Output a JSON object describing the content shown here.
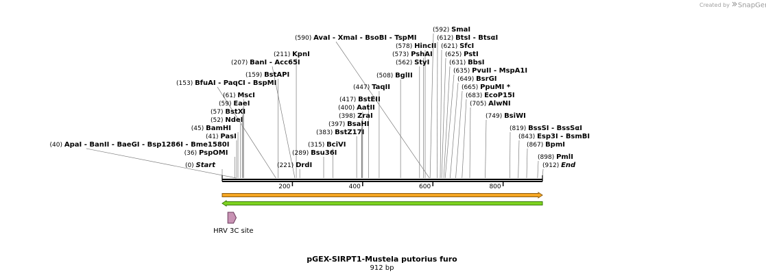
{
  "credit": {
    "prefix": "Created by",
    "brand": "SnapGene"
  },
  "plasmid": {
    "name": "pGEX-SIRPT1-Mustela putorius furo",
    "length_label": "912 bp",
    "length": 912
  },
  "axis": {
    "ticks": [
      200,
      400,
      600,
      800
    ],
    "tick_labels": [
      "200",
      "400",
      "600",
      "800"
    ]
  },
  "features": [
    {
      "name": "orange-arrow-feature",
      "start": 1,
      "end": 912,
      "direction": "forward",
      "color": "#f5a623",
      "edge": "#8a5a10"
    },
    {
      "name": "green-arrow-feature",
      "start": 1,
      "end": 912,
      "direction": "reverse",
      "color": "#7ed321",
      "edge": "#3a7a0a"
    },
    {
      "name": "hrv-3c-site",
      "label": "HRV 3C site",
      "start": 17,
      "end": 40,
      "direction": "forward",
      "color": "#c893b4",
      "edge": "#6a3a5a"
    }
  ],
  "label_rows": [
    {
      "pos": "(0)",
      "enzymes": [
        {
          "name": "Start",
          "italic": true
        }
      ],
      "site": 0
    },
    {
      "pos": "(221)",
      "enzymes": [
        {
          "name": "DrdI"
        }
      ],
      "site": 221
    },
    {
      "pos": "(36)",
      "enzymes": [
        {
          "name": "PspOMI"
        }
      ],
      "site": 36
    },
    {
      "pos": "(289)",
      "enzymes": [
        {
          "name": "Bsu36I"
        }
      ],
      "site": 289
    },
    {
      "pos": "(40)",
      "enzymes": [
        {
          "name": "ApaI"
        },
        {
          "name": "BanII"
        },
        {
          "name": "BaeGI"
        },
        {
          "name": "Bsp1286I"
        },
        {
          "name": "Bme1580I"
        }
      ],
      "site": 40
    },
    {
      "pos": "(315)",
      "enzymes": [
        {
          "name": "BciVI"
        }
      ],
      "site": 315
    },
    {
      "pos": "(41)",
      "enzymes": [
        {
          "name": "PasI"
        }
      ],
      "site": 41
    },
    {
      "pos": "(383)",
      "enzymes": [
        {
          "name": "BstZ17I"
        }
      ],
      "site": 383
    },
    {
      "pos": "(45)",
      "enzymes": [
        {
          "name": "BamHI"
        }
      ],
      "site": 45
    },
    {
      "pos": "(397)",
      "enzymes": [
        {
          "name": "BsaHI"
        }
      ],
      "site": 397
    },
    {
      "pos": "(52)",
      "enzymes": [
        {
          "name": "NdeI"
        }
      ],
      "site": 52
    },
    {
      "pos": "(398)",
      "enzymes": [
        {
          "name": "ZraI"
        }
      ],
      "site": 398
    },
    {
      "pos": "(57)",
      "enzymes": [
        {
          "name": "BstXI"
        }
      ],
      "site": 57
    },
    {
      "pos": "(400)",
      "enzymes": [
        {
          "name": "AatII"
        }
      ],
      "site": 400
    },
    {
      "pos": "(59)",
      "enzymes": [
        {
          "name": "EaeI"
        }
      ],
      "site": 59
    },
    {
      "pos": "(417)",
      "enzymes": [
        {
          "name": "BstEII"
        }
      ],
      "site": 417
    },
    {
      "pos": "(61)",
      "enzymes": [
        {
          "name": "MscI"
        }
      ],
      "site": 61
    },
    {
      "pos": "(447)",
      "enzymes": [
        {
          "name": "TaqII"
        }
      ],
      "site": 447
    },
    {
      "pos": "(153)",
      "enzymes": [
        {
          "name": "BfuAI"
        },
        {
          "name": "PaqCI"
        },
        {
          "name": "BspMI"
        }
      ],
      "site": 153
    },
    {
      "pos": "(159)",
      "enzymes": [
        {
          "name": "BstAPI"
        }
      ],
      "site": 159
    },
    {
      "pos": "(508)",
      "enzymes": [
        {
          "name": "BglII"
        }
      ],
      "site": 508
    },
    {
      "pos": "(207)",
      "enzymes": [
        {
          "name": "BanI"
        },
        {
          "name": "Acc65I"
        }
      ],
      "site": 207
    },
    {
      "pos": "(211)",
      "enzymes": [
        {
          "name": "KpnI"
        }
      ],
      "site": 211
    },
    {
      "pos": "(562)",
      "enzymes": [
        {
          "name": "StyI"
        }
      ],
      "site": 562
    },
    {
      "pos": "(573)",
      "enzymes": [
        {
          "name": "PshAI"
        }
      ],
      "site": 573
    },
    {
      "pos": "(578)",
      "enzymes": [
        {
          "name": "HincII"
        }
      ],
      "site": 578
    },
    {
      "pos": "(590)",
      "enzymes": [
        {
          "name": "AvaI"
        },
        {
          "name": "XmaI"
        },
        {
          "name": "BsoBI"
        },
        {
          "name": "TspMI"
        }
      ],
      "site": 590
    },
    {
      "pos": "(592)",
      "enzymes": [
        {
          "name": "SmaI"
        }
      ],
      "site": 592
    },
    {
      "pos": "(612)",
      "enzymes": [
        {
          "name": "BtsI"
        },
        {
          "name": "BtsαI"
        }
      ],
      "site": 612
    },
    {
      "pos": "(621)",
      "enzymes": [
        {
          "name": "SfcI"
        }
      ],
      "site": 621
    },
    {
      "pos": "(625)",
      "enzymes": [
        {
          "name": "PstI"
        }
      ],
      "site": 625
    },
    {
      "pos": "(631)",
      "enzymes": [
        {
          "name": "BbsI"
        }
      ],
      "site": 631
    },
    {
      "pos": "(635)",
      "enzymes": [
        {
          "name": "PvuII"
        },
        {
          "name": "MspA1I"
        }
      ],
      "site": 635
    },
    {
      "pos": "(649)",
      "enzymes": [
        {
          "name": "BsrGI"
        }
      ],
      "site": 649
    },
    {
      "pos": "(665)",
      "enzymes": [
        {
          "name": "PpuMI *"
        }
      ],
      "site": 665
    },
    {
      "pos": "(683)",
      "enzymes": [
        {
          "name": "EcoP15I"
        }
      ],
      "site": 683
    },
    {
      "pos": "(705)",
      "enzymes": [
        {
          "name": "AlwNI"
        }
      ],
      "site": 705
    },
    {
      "pos": "(749)",
      "enzymes": [
        {
          "name": "BsiWI"
        }
      ],
      "site": 749
    },
    {
      "pos": "(819)",
      "enzymes": [
        {
          "name": "BssSI"
        },
        {
          "name": "BssSαI"
        }
      ],
      "site": 819
    },
    {
      "pos": "(843)",
      "enzymes": [
        {
          "name": "Esp3I"
        },
        {
          "name": "BsmBI"
        }
      ],
      "site": 843
    },
    {
      "pos": "(867)",
      "enzymes": [
        {
          "name": "BpmI"
        }
      ],
      "site": 867
    },
    {
      "pos": "(898)",
      "enzymes": [
        {
          "name": "PmlI"
        }
      ],
      "site": 898
    },
    {
      "pos": "(912)",
      "enzymes": [
        {
          "name": "End",
          "italic": true
        }
      ],
      "site": 912
    }
  ]
}
